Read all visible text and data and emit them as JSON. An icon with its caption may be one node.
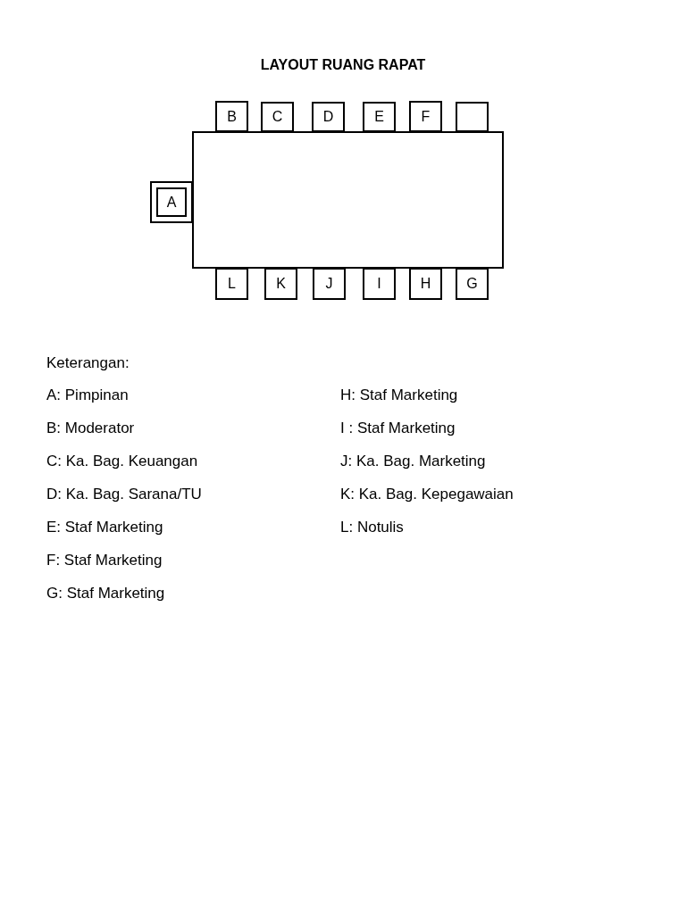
{
  "diagram": {
    "title": "LAYOUT RUANG RAPAT",
    "nodes": [
      {
        "text": [
          "B"
        ]
      },
      {
        "text": [
          "C"
        ]
      },
      {
        "text": [
          "D"
        ]
      },
      {
        "text": [
          "E"
        ]
      },
      {
        "text": [
          "F"
        ]
      },
      {
        "text": [],
        "shape": "box"
      },
      {
        "text": [],
        "shape": "box"
      },
      {
        "text": [
          "A"
        ]
      },
      {
        "text": [
          "L"
        ]
      },
      {
        "text": [
          "K"
        ]
      },
      {
        "text": [
          "J"
        ]
      },
      {
        "text": [
          "I"
        ]
      },
      {
        "text": [
          "H"
        ]
      },
      {
        "text": [
          "G"
        ]
      }
    ],
    "edges": [],
    "labels": [
      "Keterangan:",
      "A: Pimpinan",
      "H: Staf Marketing",
      "B: Moderator",
      "I : Staf Marketing",
      "C: Ka. Bag. Keuangan",
      "J: Ka. Bag. Marketing",
      "D: Ka. Bag. Sarana/TU",
      "K: Ka. Bag. Kepegawaian",
      "E: Staf Marketing",
      "L: Notulis",
      "F: Staf Marketing",
      "G: Staf Marketing"
    ]
  }
}
